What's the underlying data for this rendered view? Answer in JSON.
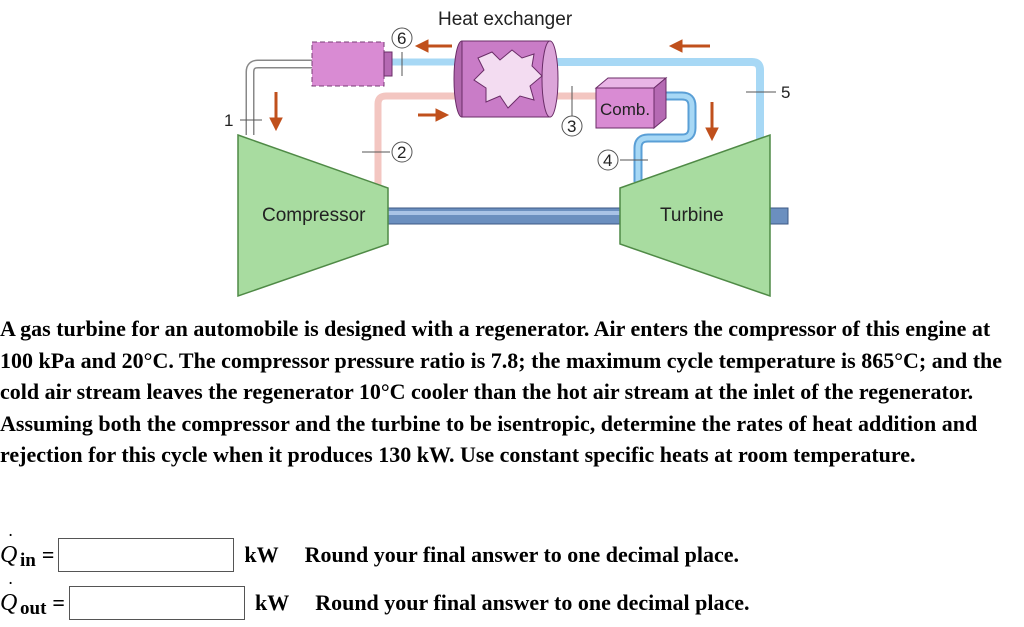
{
  "diagram": {
    "title": "Heat exchanger",
    "compressor_label": "Compressor",
    "turbine_label": "Turbine",
    "combustor_label": "Comb.",
    "state_labels": {
      "s1": "1",
      "s2": "2",
      "s3": "3",
      "s4": "4",
      "s5": "5",
      "s6": "6"
    },
    "colors": {
      "green_machine": "#a8dca0",
      "hot_pipe": "#a7d8f5",
      "warm_pipe": "#f3c6c1",
      "exchanger": "#c97cc7",
      "combustor": "#d98bd3",
      "shaft": "#6b8fbf",
      "arrow": "#c0501c"
    }
  },
  "problem": {
    "text": "A gas turbine for an automobile is designed with a regenerator. Air enters the compressor of this engine at 100 kPa and 20°C. The compressor pressure ratio is 7.8; the maximum cycle temperature is 865°C; and the cold air stream leaves the regenerator 10°C cooler than the hot air stream at the inlet of the regenerator. Assuming both the compressor and the turbine to be isentropic, determine the rates of heat addition and rejection for this cycle when it produces 130 kW. Use constant specific heats at room temperature."
  },
  "answers": {
    "q_in": {
      "symbol": "Q",
      "dot": "˙",
      "subscript": "in",
      "equals": "=",
      "value": "",
      "unit": "kW",
      "hint": "Round your final answer to one decimal place."
    },
    "q_out": {
      "symbol": "Q",
      "dot": "˙",
      "subscript": "out",
      "equals": "=",
      "value": "",
      "unit": "kW",
      "hint": "Round your final answer to one decimal place."
    }
  }
}
